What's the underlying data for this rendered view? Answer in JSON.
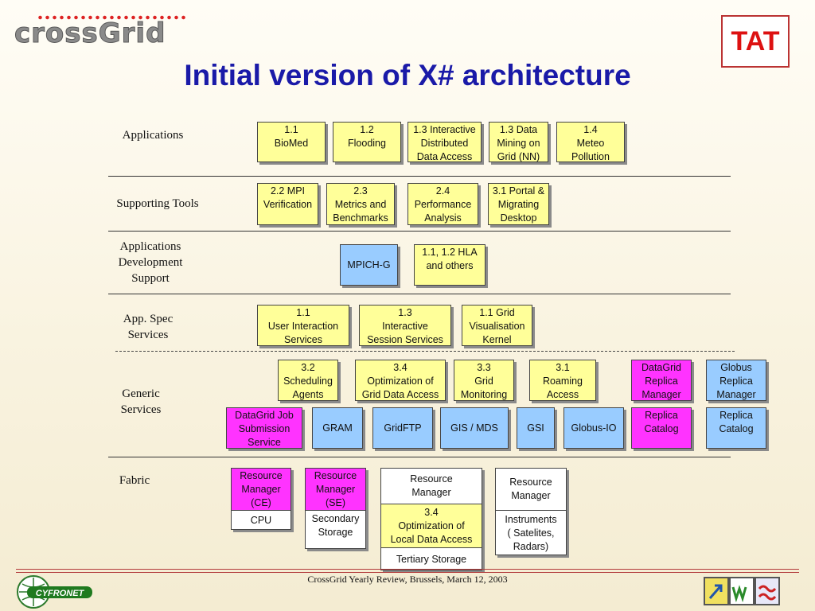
{
  "header": {
    "logo_text": "crossGrid",
    "tat": "TAT",
    "title": "Initial version of X# architecture"
  },
  "layers": {
    "applications": "Applications",
    "supporting_tools": "Supporting Tools",
    "app_dev_support": "Applications\nDevelopment\nSupport",
    "app_spec_services": "App. Spec\nServices",
    "generic_services": "Generic\nServices",
    "fabric": "Fabric"
  },
  "applications": [
    "1.1\nBioMed",
    "1.2\nFlooding",
    "1.3 Interactive\nDistributed\nData Access",
    "1.3 Data\nMining on\nGrid (NN)",
    "1.4\nMeteo\nPollution"
  ],
  "tools": [
    "2.2 MPI\nVerification",
    "2.3\nMetrics and\nBenchmarks",
    "2.4\nPerformance\nAnalysis",
    "3.1 Portal &\nMigrating\nDesktop"
  ],
  "dev_support": [
    "MPICH-G",
    "1.1, 1.2 HLA\nand others"
  ],
  "app_spec": [
    "1.1\nUser Interaction\nServices",
    "1.3\nInteractive\nSession Services",
    "1.1 Grid\nVisualisation\nKernel"
  ],
  "generic_top": [
    "3.2\nScheduling\nAgents",
    "3.4\nOptimization of\nGrid Data Access",
    "3.3\nGrid\nMonitoring",
    "3.1\nRoaming\nAccess",
    "DataGrid\nReplica\nManager",
    "Globus\nReplica\nManager"
  ],
  "generic_bottom": [
    "DataGrid Job\nSubmission\nService",
    "GRAM",
    "GridFTP",
    "GIS / MDS",
    "GSI",
    "Globus-IO",
    "Replica\nCatalog",
    "Replica\nCatalog"
  ],
  "fabric": {
    "ce_manager": "Resource\nManager\n(CE)",
    "ce_resource": "CPU",
    "se_manager": "Resource\nManager\n(SE)",
    "se_resource": "Secondary\nStorage",
    "tert_manager": "Resource\nManager",
    "tert_opt": "3.4\nOptimization of\nLocal Data Access",
    "tert_resource": "Tertiary Storage",
    "inst_manager": "Resource\nManager",
    "inst_resource": "Instruments\n( Satelites,\nRadars)"
  },
  "footer": {
    "text": "CrossGrid Yearly Review,  Brussels, March 12, 2003",
    "cyfronet": "CYFRONET"
  },
  "colors": {
    "yellow": "#ffff99",
    "blue": "#99ccff",
    "magenta": "#ff33ff",
    "title": "#1a1aa8",
    "accent": "#b23a3a"
  }
}
